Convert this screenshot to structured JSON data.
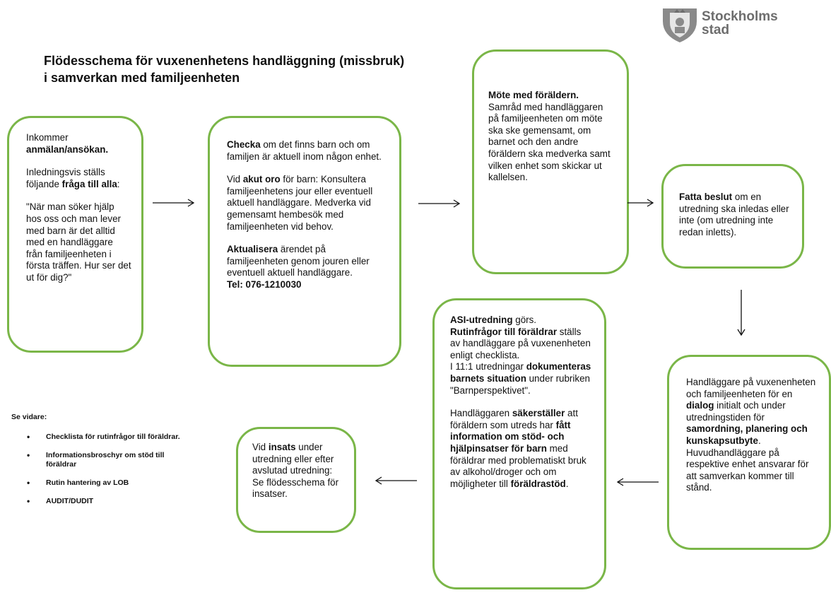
{
  "title": {
    "line1": "Flödesschema för vuxenenhetens handläggning (missbruk)",
    "line2": "i samverkan med familjeenheten"
  },
  "logo": {
    "line1": "Stockholms",
    "line2": "stad",
    "icon": "stockholm-crest-icon"
  },
  "colors": {
    "box_border": "#7ab648",
    "text": "#111111",
    "logo_text": "#6d6d6d"
  },
  "box1": {
    "p1a": "Inkommer",
    "p1b": "anmälan/ansökan.",
    "p2a": "Inledningsvis ställs följande",
    "p2b": "fråga till alla",
    "p2c": ":",
    "p3": "\"När man söker hjälp hos oss och man lever med barn är det alltid med en handläggare från familjeenheten i första träffen. Hur ser det ut för dig?\""
  },
  "box2": {
    "p1a": "Checka",
    "p1b": " om det finns barn och om familjen är aktuell inom någon enhet.",
    "p2a": "Vid ",
    "p2b": "akut oro",
    "p2c": " för barn: Konsultera familjeenhetens jour eller eventuell aktuell handläggare. Medverka vid gemensamt hembesök med familjeenheten vid behov.",
    "p3a": "Aktualisera",
    "p3b": " ärendet på familjeenheten genom jouren eller eventuell aktuell handläggare.",
    "p4": "Tel: 076-1210030"
  },
  "box3": {
    "p1a": "Möte med föräldern.",
    "p1b": "Samråd med handläggaren på familjeenheten om möte ska ske gemensamt, om barnet och den andre föräldern ska medverka samt vilken enhet som skickar ut kallelsen."
  },
  "box4": {
    "p1a": "Fatta beslut",
    "p1b": " om en utredning ska inledas eller inte (om utredning inte redan inletts)."
  },
  "box5": {
    "p1a": "Handläggare på vuxenenheten och familjeenheten för en ",
    "p1b": "dialog",
    "p1c": " initialt och under utredningstiden för ",
    "p1d": "samordning, planering och kunskapsutbyte",
    "p1e": ". Huvudhandläggare på respektive enhet ansvarar för att samverkan kommer till stånd."
  },
  "box6": {
    "p1a": "ASI-utredning",
    "p1b": " görs.",
    "p1c": "Rutinfrågor till föräldrar",
    "p1d": " ställs av handläggare på vuxenenheten enligt checklista.",
    "p1e": "I 11:1 utredningar ",
    "p1f": "dokumenteras barnets situation",
    "p1g": " under rubriken \"Barnperspektivet\".",
    "p2a": "Handläggaren ",
    "p2b": "säkerställer",
    "p2c": " att föräldern som utreds har ",
    "p2d": "fått information om stöd- och hjälpinsatser för barn",
    "p2e": " med föräldrar med problematiskt bruk av alkohol/droger och om möjligheter till ",
    "p2f": "föräldrastöd",
    "p2g": "."
  },
  "box7": {
    "p1a": "Vid ",
    "p1b": "insats",
    "p1c": " under utredning eller efter avslutad utredning: Se flödesschema för insatser."
  },
  "see_more": {
    "heading": "Se vidare:",
    "items": [
      "Checklista för rutinfrågor till föräldrar.",
      "Informationsbroschyr om stöd till föräldrar",
      "Rutin hantering av LOB",
      "AUDIT/DUDIT"
    ]
  }
}
